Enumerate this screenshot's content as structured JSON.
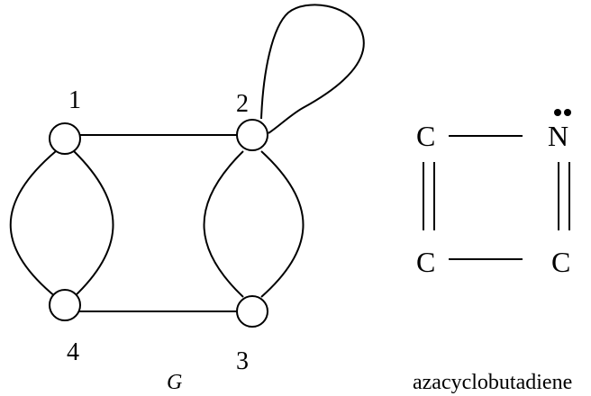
{
  "graph": {
    "nodes": [
      {
        "id": "1",
        "label": "1"
      },
      {
        "id": "2",
        "label": "2"
      },
      {
        "id": "3",
        "label": "3"
      },
      {
        "id": "4",
        "label": "4"
      }
    ],
    "edges": [
      {
        "from": "1",
        "to": "2",
        "kind": "straight"
      },
      {
        "from": "4",
        "to": "3",
        "kind": "straight"
      },
      {
        "from": "1",
        "to": "4",
        "kind": "double-arc"
      },
      {
        "from": "2",
        "to": "3",
        "kind": "double-arc"
      },
      {
        "from": "2",
        "to": "2",
        "kind": "loop"
      }
    ],
    "caption": "G"
  },
  "molecule": {
    "atoms": {
      "top_left": "C",
      "top_right": "N",
      "bottom_left": "C",
      "bottom_right": "C"
    },
    "bonds": [
      {
        "from": "top_left",
        "to": "top_right",
        "order": 1
      },
      {
        "from": "top_left",
        "to": "bottom_left",
        "order": 2
      },
      {
        "from": "top_right",
        "to": "bottom_right",
        "order": 2
      },
      {
        "from": "bottom_left",
        "to": "bottom_right",
        "order": 1
      }
    ],
    "lone_pair_on": "top_right",
    "caption": "azacyclobutadiene"
  }
}
